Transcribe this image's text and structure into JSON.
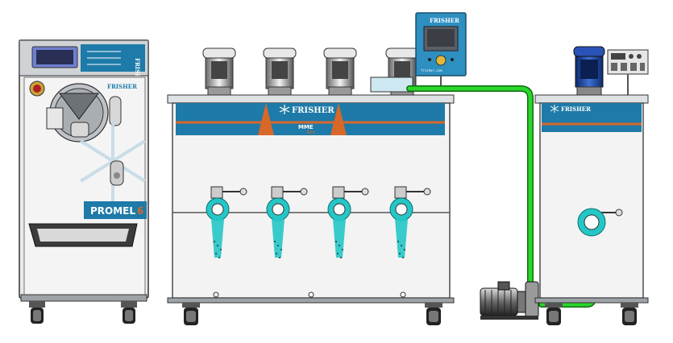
{
  "brand": "FRISHER",
  "pasteurizer": {
    "model_label": "PROMEL",
    "model_number": "6"
  },
  "tank_unit": {
    "model_label": "MME",
    "model_sub": "4xx"
  },
  "control_panel": {
    "footer_text": "frisher.com"
  },
  "colors": {
    "brand_blue": "#1e7aa8",
    "accent_orange": "#d8672a",
    "pipe_green": "#2bd62b",
    "tap_cyan": "#25c6c6",
    "panel_grey": "#c9ccd0",
    "body_white": "#f2f2f2"
  },
  "icons": [
    "snowflake-icon",
    "tap-icon",
    "motor-icon",
    "pump-icon",
    "wheel-icon",
    "display-icon"
  ]
}
